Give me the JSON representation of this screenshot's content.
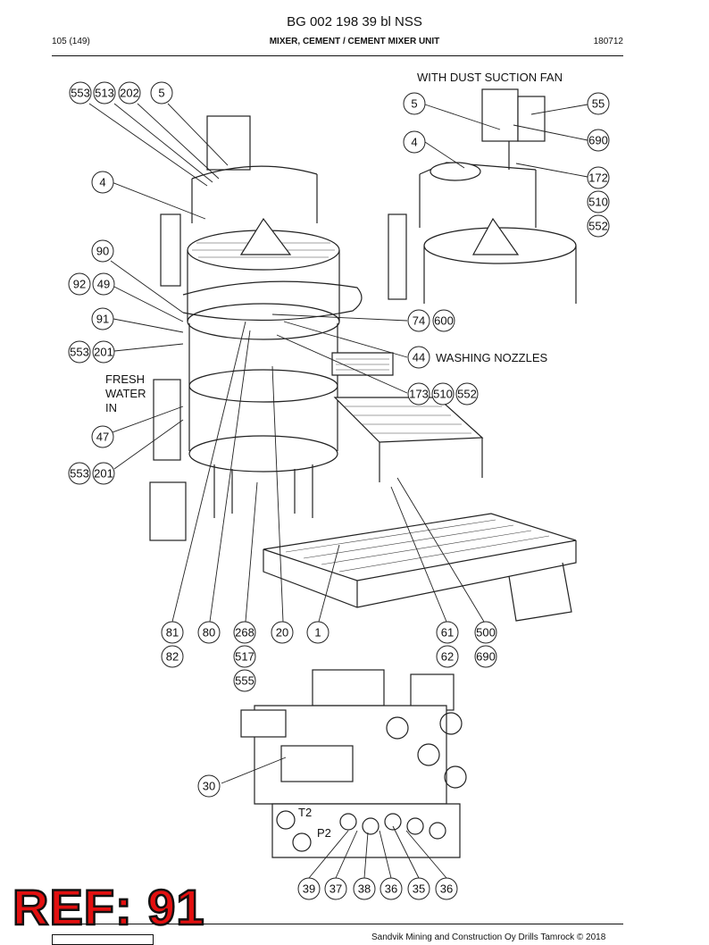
{
  "header": {
    "doc_number": "BG 002 198 39 bl NSS",
    "page": "105 (149)",
    "section_title": "MIXER, CEMENT / CEMENT MIXER UNIT",
    "date_code": "180712"
  },
  "notes": {
    "dust_fan": "WITH DUST SUCTION FAN",
    "washing_nozzles": "WASHING NOZZLES",
    "fresh_water_1": "FRESH",
    "fresh_water_2": "WATER",
    "fresh_water_3": "IN"
  },
  "callouts": [
    {
      "id": "c-553a",
      "label": "553"
    },
    {
      "id": "c-513",
      "label": "513"
    },
    {
      "id": "c-202",
      "label": "202"
    },
    {
      "id": "c-5a",
      "label": "5"
    },
    {
      "id": "c-4a",
      "label": "4"
    },
    {
      "id": "c-90",
      "label": "90"
    },
    {
      "id": "c-92",
      "label": "92"
    },
    {
      "id": "c-49",
      "label": "49"
    },
    {
      "id": "c-91",
      "label": "91"
    },
    {
      "id": "c-553b",
      "label": "553"
    },
    {
      "id": "c-201a",
      "label": "201"
    },
    {
      "id": "c-47",
      "label": "47"
    },
    {
      "id": "c-553c",
      "label": "553"
    },
    {
      "id": "c-201b",
      "label": "201"
    },
    {
      "id": "c-5b",
      "label": "5"
    },
    {
      "id": "c-55",
      "label": "55"
    },
    {
      "id": "c-4b",
      "label": "4"
    },
    {
      "id": "c-690a",
      "label": "690"
    },
    {
      "id": "c-172",
      "label": "172"
    },
    {
      "id": "c-510a",
      "label": "510"
    },
    {
      "id": "c-552a",
      "label": "552"
    },
    {
      "id": "c-74",
      "label": "74"
    },
    {
      "id": "c-600",
      "label": "600"
    },
    {
      "id": "c-44",
      "label": "44"
    },
    {
      "id": "c-173",
      "label": "173"
    },
    {
      "id": "c-510b",
      "label": "510"
    },
    {
      "id": "c-552b",
      "label": "552"
    },
    {
      "id": "c-81",
      "label": "81"
    },
    {
      "id": "c-82",
      "label": "82"
    },
    {
      "id": "c-80",
      "label": "80"
    },
    {
      "id": "c-268",
      "label": "268"
    },
    {
      "id": "c-517",
      "label": "517"
    },
    {
      "id": "c-555",
      "label": "555"
    },
    {
      "id": "c-20",
      "label": "20"
    },
    {
      "id": "c-1",
      "label": "1"
    },
    {
      "id": "c-61",
      "label": "61"
    },
    {
      "id": "c-62",
      "label": "62"
    },
    {
      "id": "c-500",
      "label": "500"
    },
    {
      "id": "c-690b",
      "label": "690"
    },
    {
      "id": "c-30",
      "label": "30"
    },
    {
      "id": "c-39",
      "label": "39"
    },
    {
      "id": "c-37",
      "label": "37"
    },
    {
      "id": "c-38",
      "label": "38"
    },
    {
      "id": "c-36a",
      "label": "36"
    },
    {
      "id": "c-35",
      "label": "35"
    },
    {
      "id": "c-36b",
      "label": "36"
    }
  ],
  "valve_marks": {
    "t2": "T2",
    "p2": "P2"
  },
  "footer": {
    "copyright": "Sandvik Mining and Construction Oy Drills Tamrock © 2018"
  },
  "badge": {
    "ref": "REF: 91"
  },
  "colors": {
    "badge_red": "#e31010",
    "line": "#222222"
  }
}
